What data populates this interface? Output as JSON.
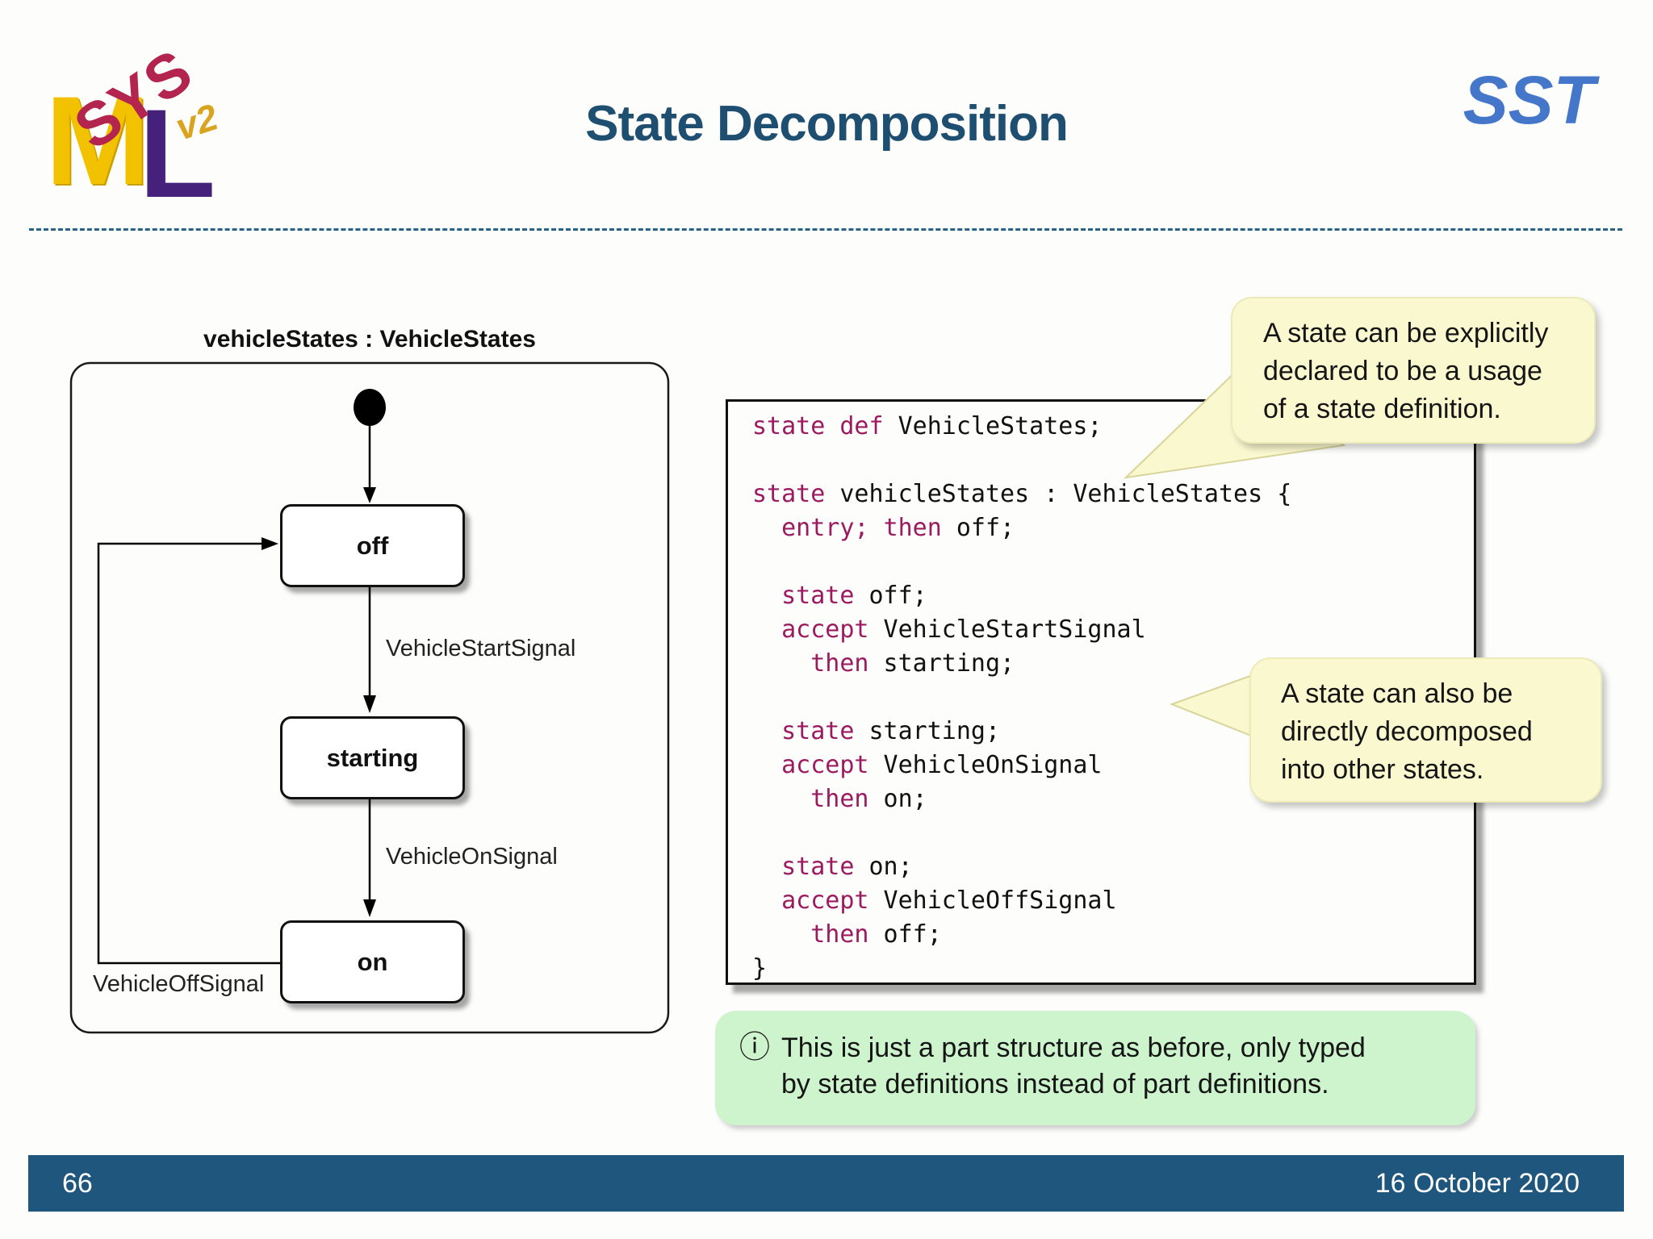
{
  "header": {
    "title": "State Decomposition",
    "brand": "SST",
    "logo": {
      "sys": "SYS",
      "m": "M",
      "l": "L",
      "v2": "v2"
    }
  },
  "diagram": {
    "label": "vehicleStates : VehicleStates",
    "states": [
      {
        "name": "off"
      },
      {
        "name": "starting"
      },
      {
        "name": "on"
      }
    ],
    "transitions": [
      {
        "label": "VehicleStartSignal"
      },
      {
        "label": "VehicleOnSignal"
      },
      {
        "label": "VehicleOffSignal"
      }
    ]
  },
  "code": {
    "lines": [
      [
        {
          "t": "state",
          "k": 1
        },
        {
          "t": " ",
          "k": 0
        },
        {
          "t": "def",
          "k": 1
        },
        {
          "t": " VehicleStates;",
          "k": 0
        }
      ],
      [],
      [
        {
          "t": "state",
          "k": 1
        },
        {
          "t": " vehicleStates : VehicleStates {",
          "k": 0
        }
      ],
      [
        {
          "t": "  ",
          "k": 0
        },
        {
          "t": "entry;",
          "k": 1
        },
        {
          "t": " ",
          "k": 0
        },
        {
          "t": "then",
          "k": 1
        },
        {
          "t": " off;",
          "k": 0
        }
      ],
      [],
      [
        {
          "t": "  ",
          "k": 0
        },
        {
          "t": "state",
          "k": 1
        },
        {
          "t": " off;",
          "k": 0
        }
      ],
      [
        {
          "t": "  ",
          "k": 0
        },
        {
          "t": "accept",
          "k": 1
        },
        {
          "t": " VehicleStartSignal",
          "k": 0
        }
      ],
      [
        {
          "t": "    ",
          "k": 0
        },
        {
          "t": "then",
          "k": 1
        },
        {
          "t": " starting;",
          "k": 0
        }
      ],
      [],
      [
        {
          "t": "  ",
          "k": 0
        },
        {
          "t": "state",
          "k": 1
        },
        {
          "t": " starting;",
          "k": 0
        }
      ],
      [
        {
          "t": "  ",
          "k": 0
        },
        {
          "t": "accept",
          "k": 1
        },
        {
          "t": " VehicleOnSignal",
          "k": 0
        }
      ],
      [
        {
          "t": "    ",
          "k": 0
        },
        {
          "t": "then",
          "k": 1
        },
        {
          "t": " on;",
          "k": 0
        }
      ],
      [],
      [
        {
          "t": "  ",
          "k": 0
        },
        {
          "t": "state",
          "k": 1
        },
        {
          "t": " on;",
          "k": 0
        }
      ],
      [
        {
          "t": "  ",
          "k": 0
        },
        {
          "t": "accept",
          "k": 1
        },
        {
          "t": " VehicleOffSignal",
          "k": 0
        }
      ],
      [
        {
          "t": "    ",
          "k": 0
        },
        {
          "t": "then",
          "k": 1
        },
        {
          "t": " off;",
          "k": 0
        }
      ],
      [
        {
          "t": "}",
          "k": 0
        }
      ]
    ]
  },
  "callouts": [
    {
      "lines": [
        "A state can be explicitly",
        "declared to be a usage",
        "of a state definition."
      ]
    },
    {
      "lines": [
        "A state can also be",
        "directly decomposed",
        "into other states."
      ]
    }
  ],
  "note": {
    "icon": "ⓘ",
    "lines": [
      "This is just a part structure as before, only typed",
      "by state definitions instead of part definitions."
    ]
  },
  "footer": {
    "page": "66",
    "date": "16 October 2020"
  },
  "colors": {
    "accent": "#1e4e70",
    "footer_bar": "#1e567d",
    "code_keyword": "#9c1a60",
    "callout_bg": "#faf8cf",
    "note_bg": "#cdf4cc",
    "sst_blue": "#4477c9"
  }
}
